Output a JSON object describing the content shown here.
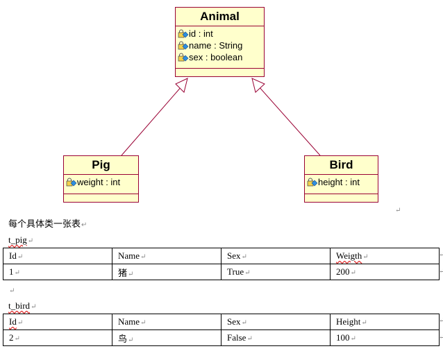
{
  "classes": {
    "animal": {
      "name": "Animal",
      "attributes": [
        "id : int",
        "name : String",
        "sex : boolean"
      ]
    },
    "pig": {
      "name": "Pig",
      "attributes": [
        "weight : int"
      ]
    },
    "bird": {
      "name": "Bird",
      "attributes": [
        "height : int"
      ]
    }
  },
  "paragraph_mark": "↵",
  "doc": {
    "heading": "每个具体类一张表",
    "table1_name": "t_pig",
    "table2_name": "t_bird"
  },
  "t_pig": {
    "headers": [
      "Id",
      "Name",
      "Sex",
      "Weigth"
    ],
    "row": [
      "1",
      "猪",
      "True",
      "200"
    ]
  },
  "t_bird": {
    "headers": [
      "Id",
      "Name",
      "Sex",
      "Height"
    ],
    "row": [
      "2",
      "鸟",
      "False",
      "100"
    ]
  },
  "colors": {
    "class_fill": "#ffffcc",
    "class_border": "#990033"
  }
}
